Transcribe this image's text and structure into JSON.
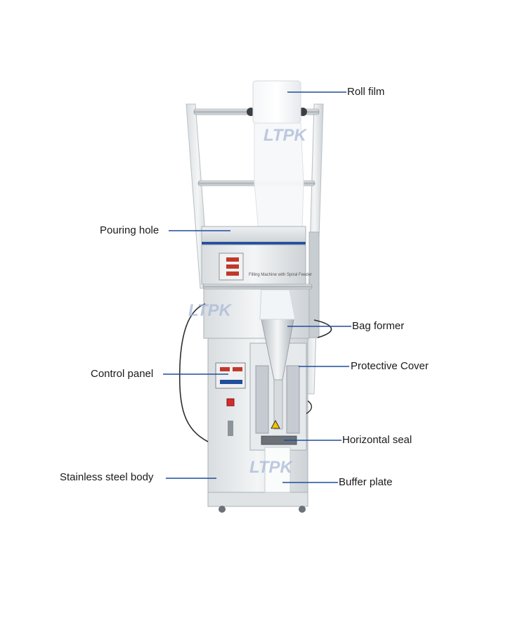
{
  "watermark": "LTPK",
  "panel_text": "Filling Machine with Spiral Feeder",
  "colors": {
    "leader": "#1f4e9c",
    "steel_light": "#e9ecee",
    "steel_mid": "#cfd4d8",
    "steel_dark": "#9aa1a7",
    "watermark": "#a9b9d6",
    "warning": "#f2c200",
    "switch": "#d62b2b"
  },
  "labels": {
    "roll_film": "Roll film",
    "pouring_hole": "Pouring hole",
    "bag_former": "Bag former",
    "control_panel": "Control panel",
    "protective_cover": "Protective Cover",
    "horizontal_seal": "Horizontal seal",
    "stainless_steel_body": "Stainless steel body",
    "buffer_plate": "Buffer plate"
  }
}
